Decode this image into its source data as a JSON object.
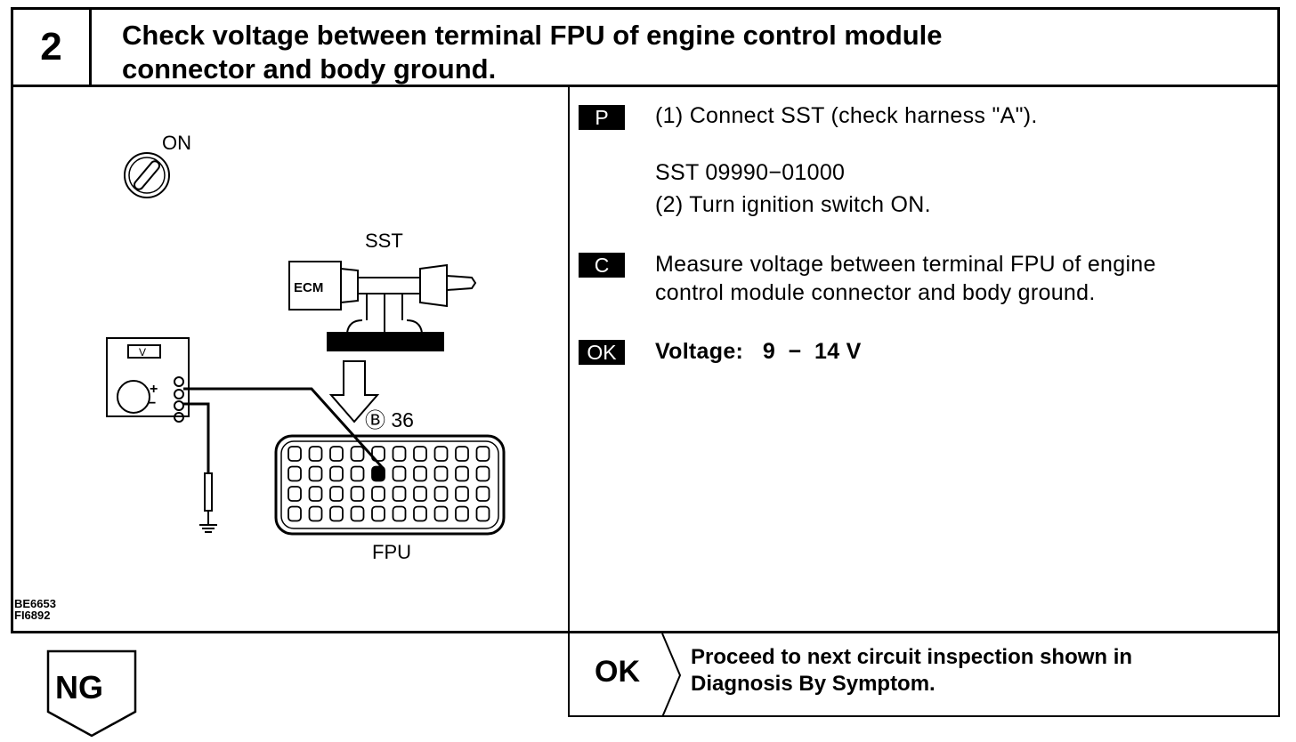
{
  "header": {
    "step_number": "2",
    "title_line1": "Check voltage between terminal FPU of engine control module",
    "title_line2": "connector and body ground."
  },
  "figure": {
    "switch_label": "ON",
    "sst_label": "SST",
    "ecm_label": "ECM",
    "meter_label": "V",
    "plus_sign": "+",
    "minus_sign": "−",
    "connector_label": "Ⓑ 36",
    "terminal_label": "FPU",
    "code1": "BE6653",
    "code2": "FI6892"
  },
  "procedure": {
    "p_badge": "P",
    "p_step1": "(1)  Connect SST (check harness \"A\").",
    "sst_number": "SST 09990−01000",
    "p_step2": "(2)  Turn ignition switch ON.",
    "c_badge": "C",
    "c_line1": "Measure voltage between terminal FPU of engine",
    "c_line2": "control module connector and body ground.",
    "ok_badge": "OK",
    "spec": "Voltage:   9  −  14 V"
  },
  "results": {
    "ok_label": "OK",
    "ok_line1": "Proceed to next circuit inspection shown in",
    "ok_line2": "Diagnosis By Symptom.",
    "ng_label": "NG"
  }
}
